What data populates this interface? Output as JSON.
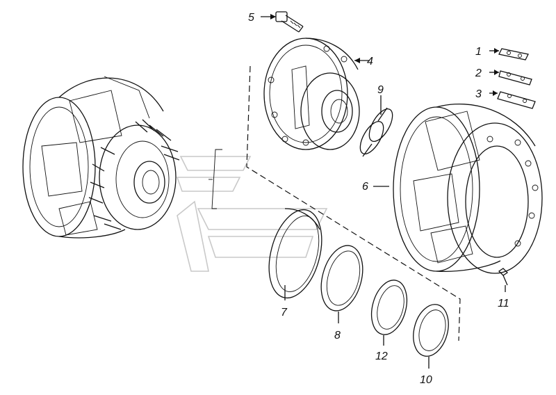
{
  "diagram": {
    "callouts": [
      {
        "id": "c1",
        "label": "1"
      },
      {
        "id": "c2",
        "label": "2"
      },
      {
        "id": "c3",
        "label": "3"
      },
      {
        "id": "c4",
        "label": "4"
      },
      {
        "id": "c5",
        "label": "5"
      },
      {
        "id": "c6",
        "label": "6"
      },
      {
        "id": "c7",
        "label": "7"
      },
      {
        "id": "c8",
        "label": "8"
      },
      {
        "id": "c9",
        "label": "9"
      },
      {
        "id": "c10",
        "label": "10"
      },
      {
        "id": "c11",
        "label": "11"
      },
      {
        "id": "c12",
        "label": "12"
      }
    ],
    "colors": {
      "ink": "#111111",
      "watermark": "#c9c9c9",
      "background": "#ffffff"
    }
  }
}
